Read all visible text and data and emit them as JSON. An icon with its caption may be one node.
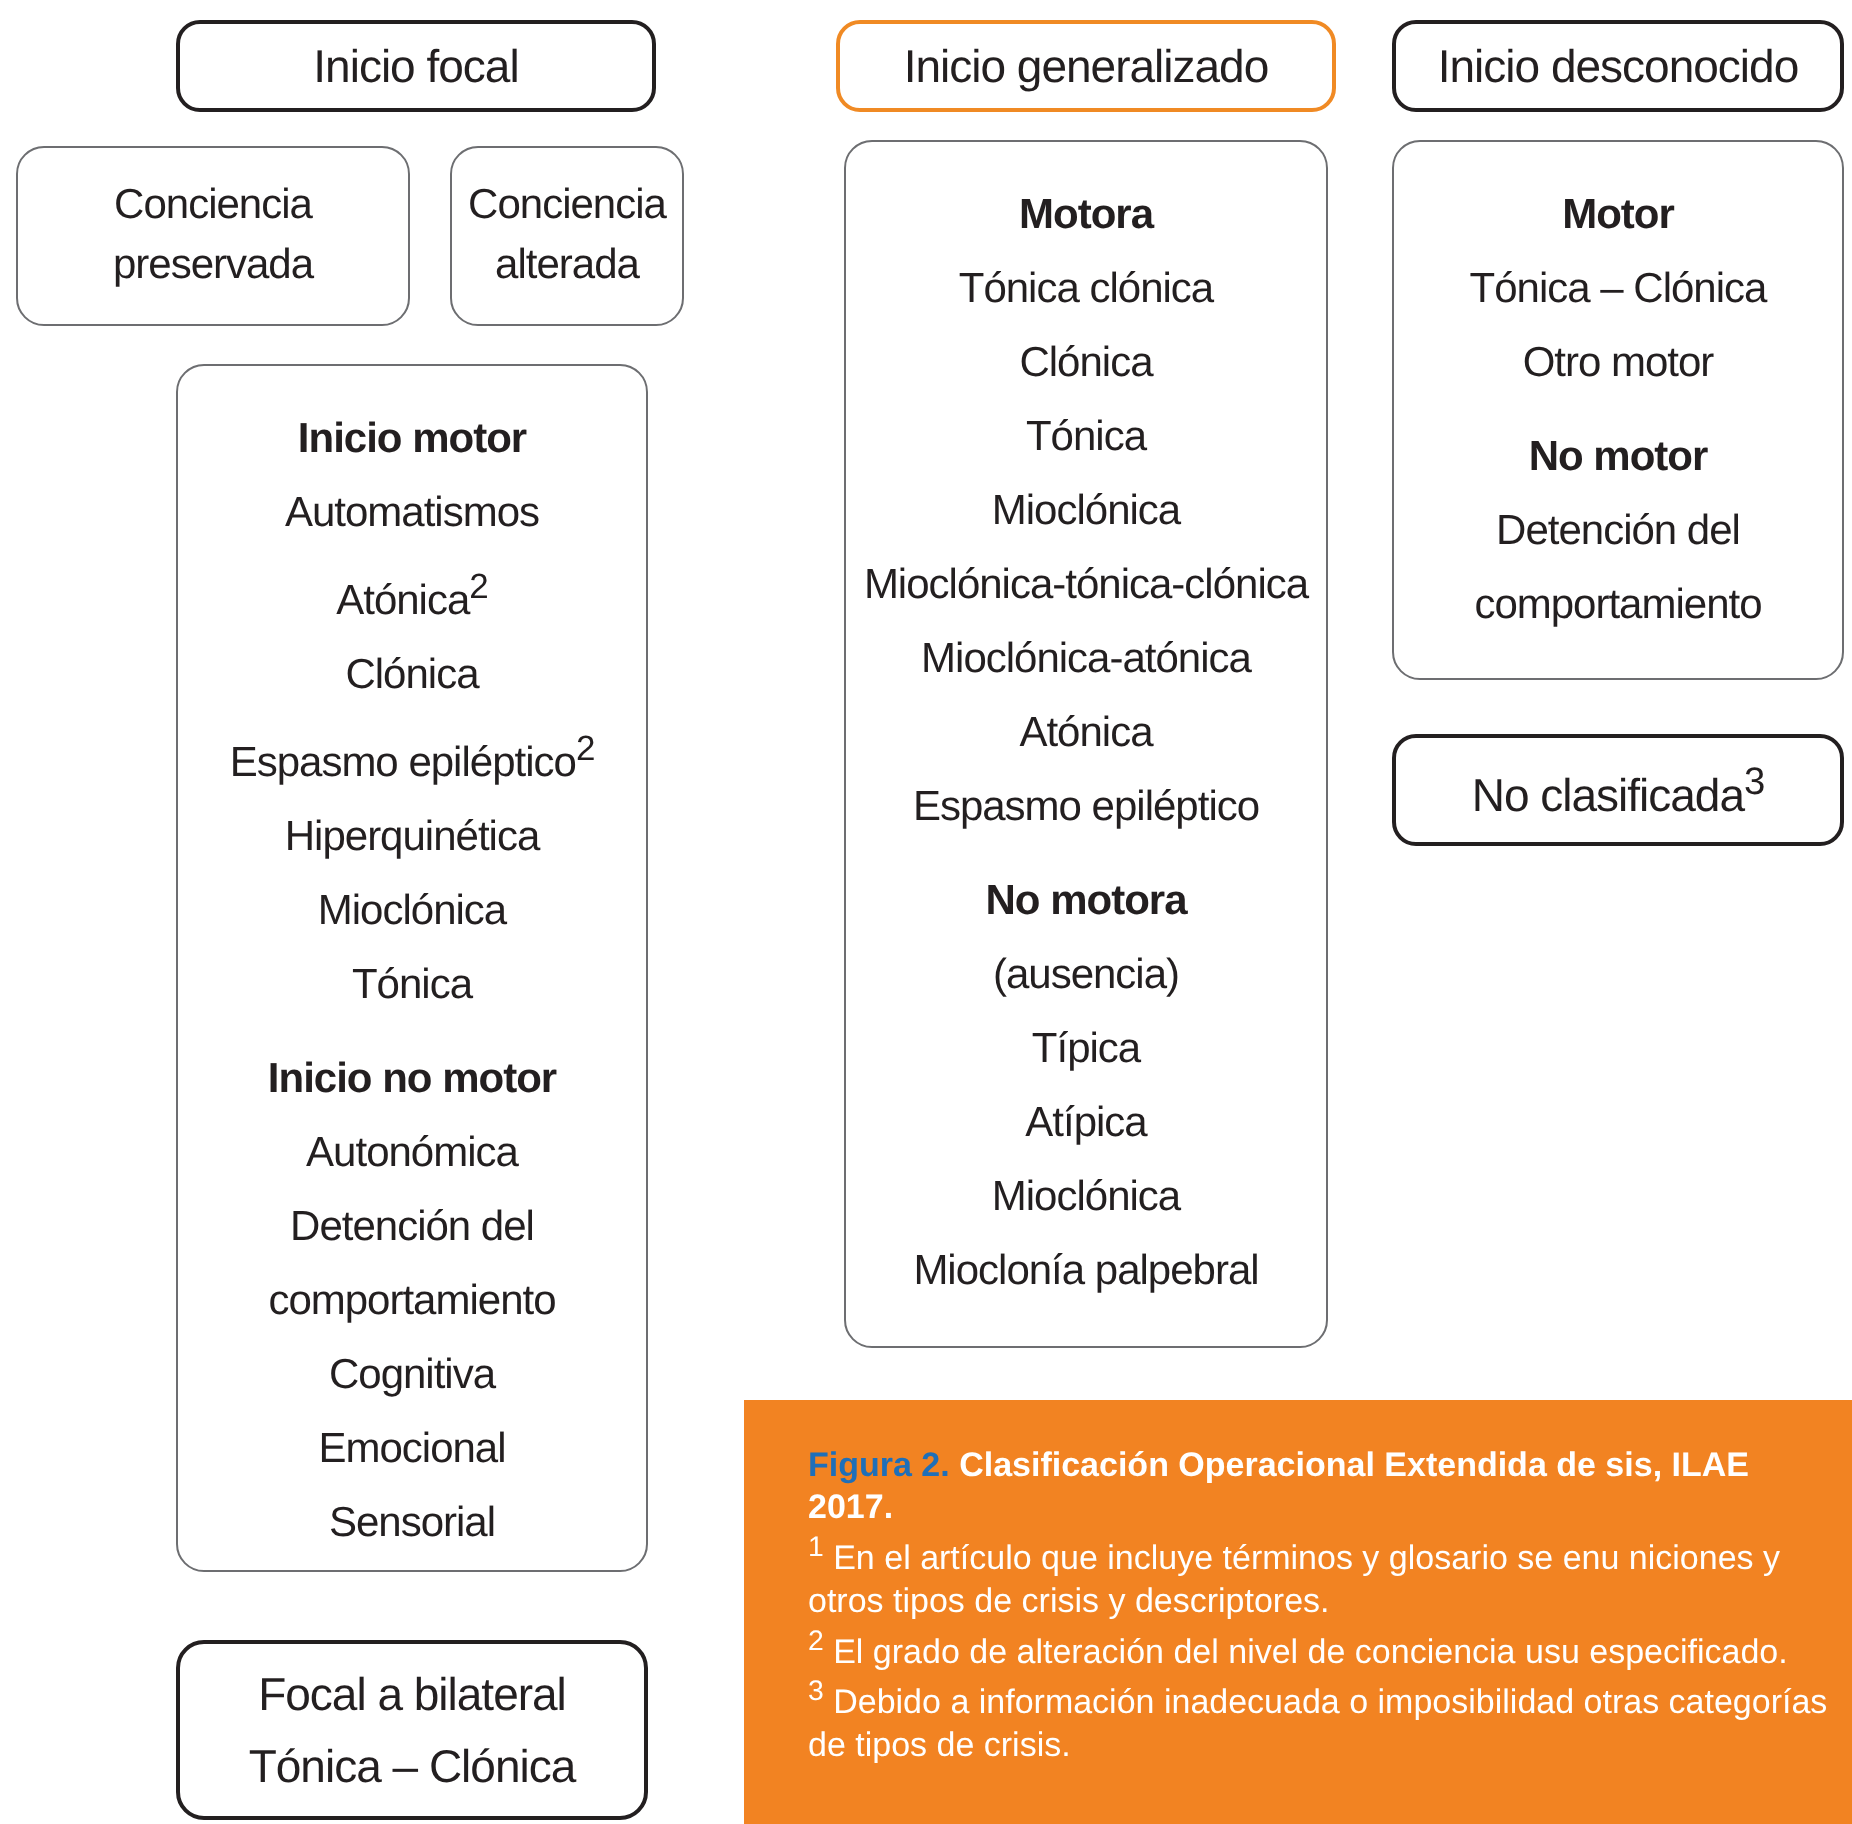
{
  "diagram": {
    "caption": "Figura 2. Clasificación Operacional Extendida de sis, ILAE 2017.",
    "nodes": [
      {
        "text": [
          "Inicio focal"
        ]
      },
      {
        "text": [
          "Conciencia preservada"
        ]
      },
      {
        "text": [
          "Conciencia alterada"
        ]
      },
      {
        "text": [
          "Inicio motor",
          "Automatismos",
          "Atónica$^{2}$",
          "Clónica",
          "Espasmo epiléptico$^{2}$",
          "Hiperquinética",
          "Mioclónica",
          "Tónica",
          "Inicio no motor",
          "Autonómica",
          "Detención del comportamiento",
          "Cognitiva",
          "Emocional",
          "Sensorial"
        ]
      },
      {
        "text": [
          "Focal a bilateral",
          "Tónica – Clónica"
        ]
      },
      {
        "text": [
          "Inicio generalizado"
        ]
      },
      {
        "text": [
          "Motora",
          "Tónica clónica",
          "Clónica",
          "Tónica",
          "Mioclónica",
          "Mioclónica-tónica-clónica",
          "Mioclónica-atónica",
          "Atónica",
          "Espasmo epiléptico",
          "No motora",
          "(ausencia)",
          "Típica",
          "Atípica",
          "Mioclónica",
          "Mioclonía palpebral"
        ]
      },
      {
        "text": [
          "Inicio desconocido"
        ]
      },
      {
        "text": [
          "Motor",
          "Tónica – Clónica",
          "Otro motor",
          "No motor",
          "Detención del comportamiento"
        ]
      },
      {
        "text": [
          "No clasificada$^{3}$"
        ]
      }
    ],
    "labels": [
      "$^{1}$ En el artículo que incluye términos y glosario se enu niciones y otros tipos de crisis y descriptores.",
      "$^{2}$ El grado de alteración del nivel de conciencia usu especificado.",
      "$^{3}$ Debido a información inadecuada o imposibilidad otras categorías de tipos de crisis."
    ]
  }
}
